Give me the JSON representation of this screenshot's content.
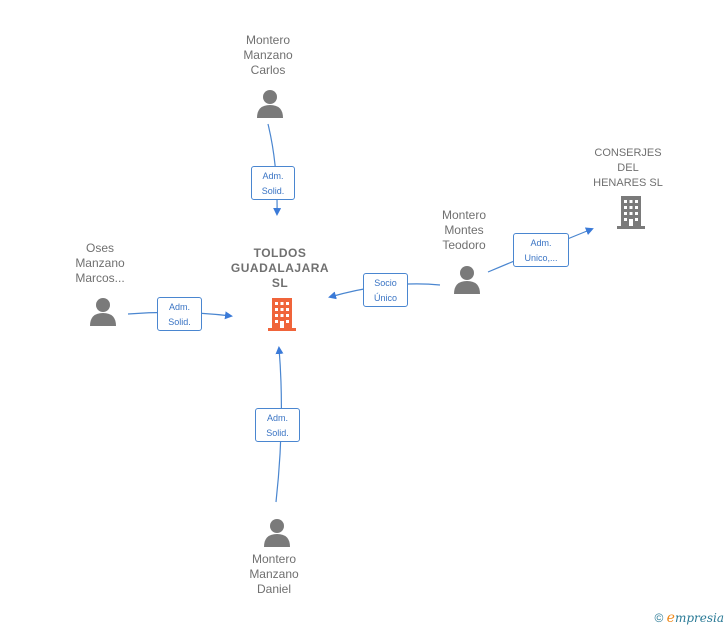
{
  "nodes": {
    "center": {
      "line1": "TOLDOS",
      "line2": "GUADALAJARA",
      "line3": "SL"
    },
    "top_person": {
      "line1": "Montero",
      "line2": "Manzano",
      "line3": "Carlos"
    },
    "left_person": {
      "line1": "Oses",
      "line2": "Manzano",
      "line3": "Marcos..."
    },
    "bottom_person": {
      "line1": "Montero",
      "line2": "Manzano",
      "line3": "Daniel"
    },
    "right_person": {
      "line1": "Montero",
      "line2": "Montes",
      "line3": "Teodoro"
    },
    "company_right": {
      "line1": "CONSERJES",
      "line2": "DEL",
      "line3": "HENARES SL"
    }
  },
  "edges": {
    "top": {
      "line1": "Adm.",
      "line2": "Solid."
    },
    "left": {
      "line1": "Adm.",
      "line2": "Solid."
    },
    "bottom": {
      "line1": "Adm.",
      "line2": "Solid."
    },
    "socio": {
      "line1": "Socio",
      "line2": "Único"
    },
    "right": {
      "line1": "Adm.",
      "line2": "Unico,..."
    }
  },
  "brand": {
    "copyright": "©",
    "e": "e",
    "rest": "mpresia"
  },
  "colors": {
    "edge": "#4a86d0",
    "person": "#7a7a7a",
    "center_building": "#f0643a",
    "building": "#7a7a7a",
    "label": "#707070"
  },
  "icons": {
    "person": "person-icon",
    "building": "building-icon"
  }
}
